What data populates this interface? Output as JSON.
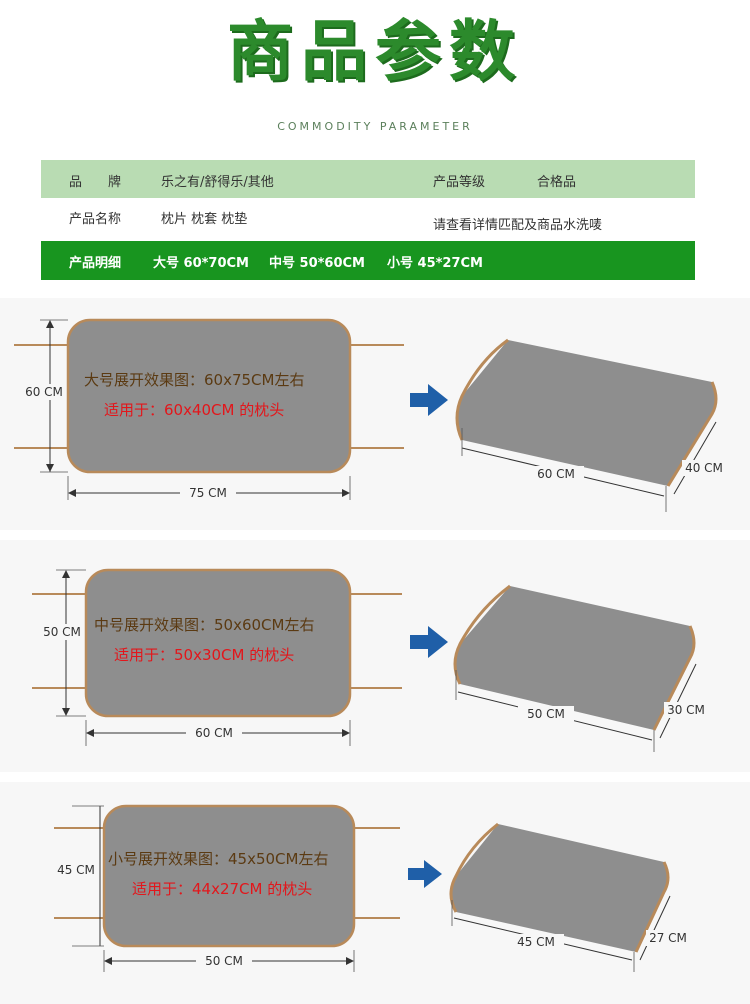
{
  "header": {
    "title": "商品参数",
    "subtitle": "COMMODITY PARAMETER"
  },
  "params": {
    "brand_label": "品　　牌",
    "brand_value": "乐之有/舒得乐/其他",
    "grade_label": "产品等级",
    "grade_value": "合格品",
    "name_label": "产品名称",
    "name_value": "枕片 枕套 枕垫",
    "name_note": "请查看详情匹配及商品水洗唛",
    "detail_label": "产品明细",
    "detail_large": "大号 60*70CM",
    "detail_medium": "中号 50*60CM",
    "detail_small": "小号 45*27CM"
  },
  "sizes": [
    {
      "flat_title": "大号展开效果图：60x75CM左右",
      "fit_text": "适用于：60x40CM 的枕头",
      "height_dim": "60 CM",
      "width_dim": "75 CM",
      "pillow_len": "60 CM",
      "pillow_dep": "40 CM"
    },
    {
      "flat_title": "中号展开效果图：50x60CM左右",
      "fit_text": "适用于：50x30CM 的枕头",
      "height_dim": "50 CM",
      "width_dim": "60 CM",
      "pillow_len": "50 CM",
      "pillow_dep": "30 CM"
    },
    {
      "flat_title": "小号展开效果图：45x50CM左右",
      "fit_text": "适用于：44x27CM 的枕头",
      "height_dim": "45 CM",
      "width_dim": "50 CM",
      "pillow_len": "45 CM",
      "pillow_dep": "27 CM"
    }
  ],
  "colors": {
    "brand_green": "#18951f",
    "light_green": "#b9dcb3",
    "panel_gray": "#8e8e8e",
    "trim_brown": "#b88a5a",
    "arrow_blue": "#1f5fa8",
    "fit_red": "#e3161b"
  }
}
